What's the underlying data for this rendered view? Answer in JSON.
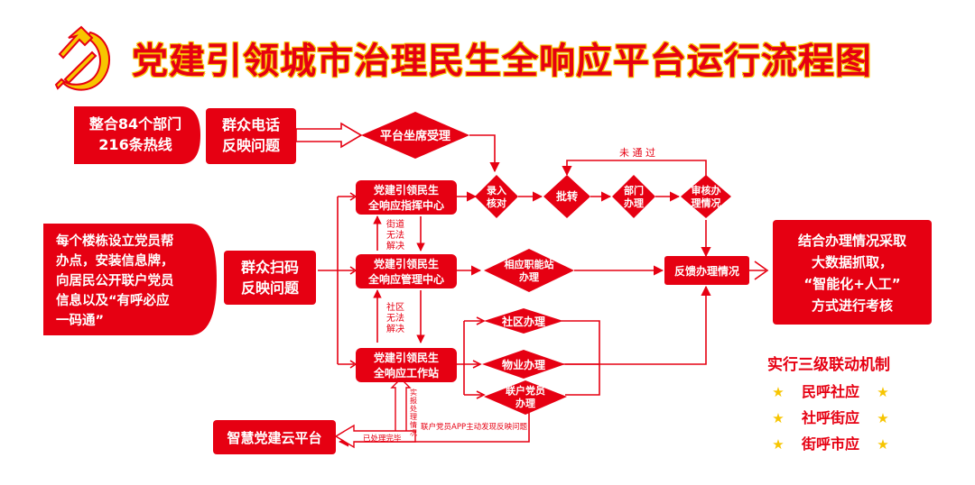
{
  "title": "党建引领城市治理民生全响应平台运行流程图",
  "nodes": {
    "hotline_l1": "整合84个部门",
    "hotline_l2": "216条热线",
    "phone_l1": "群众电话",
    "phone_l2": "反映问题",
    "accept": "平台坐席受理",
    "cmd_l1": "党建引领民生",
    "cmd_l2": "全响应指挥中心",
    "mgmt_l1": "党建引领民生",
    "mgmt_l2": "全响应管理中心",
    "work_l1": "党建引领民生",
    "work_l2": "全响应工作站",
    "building_l1": "每个楼栋设立党员帮",
    "building_l2": "办点，安装信息牌，",
    "building_l3": "向居民公开联户党员",
    "building_l4": "信息以及“有呼必应",
    "building_l5": "一码通”",
    "scan_l1": "群众扫码",
    "scan_l2": "反映问题",
    "record_l1": "录入",
    "record_l2": "核对",
    "transfer": "批转",
    "dept_l1": "部门",
    "dept_l2": "办理",
    "review_l1": "审核办",
    "review_l2": "理情况",
    "func_l1": "相应职能站",
    "func_l2": "办理",
    "feedback": "反馈办理情况",
    "community": "社区办理",
    "property": "物业办理",
    "member_l1": "联户党员",
    "member_l2": "办理",
    "assess_l1": "结合办理情况采取",
    "assess_l2": "大数据抓取，",
    "assess_l3": "“智能化+人工”",
    "assess_l4": "方式进行考核",
    "cloud": "智慧党建云平台"
  },
  "labels": {
    "not_passed": "未 通 过",
    "street_l1": "街道",
    "street_l2": "无法",
    "street_l3": "解决",
    "comm_l1": "社区",
    "comm_l2": "无法",
    "comm_l3": "解决",
    "report_l1": "实",
    "report_l2": "报",
    "report_l3": "处",
    "report_l4": "理",
    "report_l5": "情",
    "report_l6": "况",
    "handled": "已处理完毕",
    "app_report": "联户党员APP主动发现反映问题"
  },
  "mechanism": {
    "title": "实行三级联动机制",
    "item1": "民呼社应",
    "item2": "社呼街应",
    "item3": "街呼市应",
    "star": "★"
  },
  "colors": {
    "red": "#e60012",
    "gold": "#f7c500",
    "arrow": "#e60012"
  },
  "icons": {
    "emblem": "hammer-sickle-icon"
  }
}
